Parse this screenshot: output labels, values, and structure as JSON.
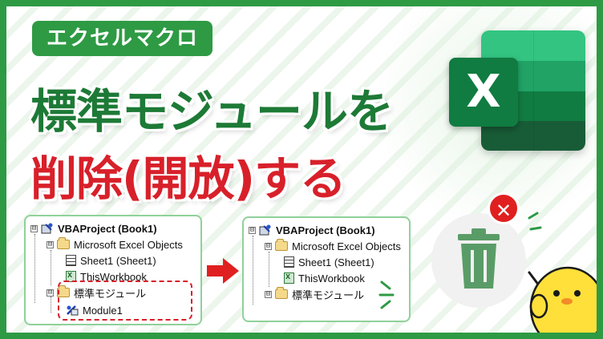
{
  "badge": "エクセルマクロ",
  "headline": {
    "line1": "標準モジュールを",
    "line2": "削除(開放)する"
  },
  "excel_logo": {
    "letter": "X",
    "icon": "excel-logo-icon"
  },
  "colors": {
    "green": "#2e9a44",
    "dark_green": "#1d7a36",
    "red": "#d8202a",
    "excel": "#107c41"
  },
  "before_tree": {
    "project": "VBAProject (Book1)",
    "excel_objects": "Microsoft Excel Objects",
    "sheet1": "Sheet1 (Sheet1)",
    "workbook": "ThisWorkbook",
    "std_modules": "標準モジュール",
    "module1": "Module1"
  },
  "after_tree": {
    "project": "VBAProject (Book1)",
    "excel_objects": "Microsoft Excel Objects",
    "sheet1": "Sheet1 (Sheet1)",
    "workbook": "ThisWorkbook",
    "std_modules": "標準モジュール"
  },
  "icons": [
    "arrow-right-icon",
    "trash-icon",
    "close-icon",
    "chick-mascot-icon"
  ],
  "expander": "⊟"
}
